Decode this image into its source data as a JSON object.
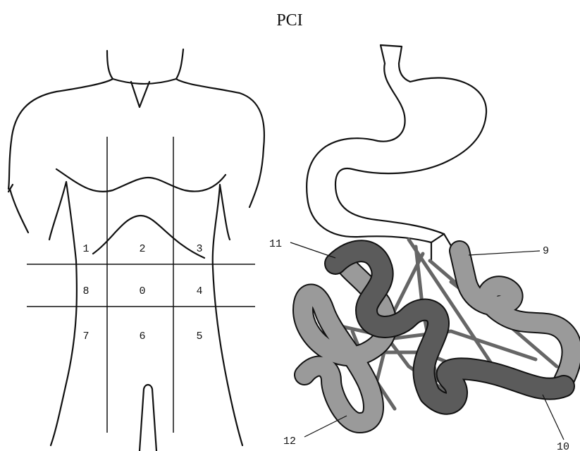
{
  "title": "PCI",
  "abdomen_regions": [
    {
      "label": "1"
    },
    {
      "label": "2"
    },
    {
      "label": "3"
    },
    {
      "label": "8"
    },
    {
      "label": "0"
    },
    {
      "label": "4"
    },
    {
      "label": "7"
    },
    {
      "label": "6"
    },
    {
      "label": "5"
    }
  ],
  "small_bowel_regions": [
    {
      "label": "9"
    },
    {
      "label": "10"
    },
    {
      "label": "11"
    },
    {
      "label": "12"
    }
  ],
  "colors": {
    "line": "#111111",
    "bowel_light": "#9a9a9a",
    "bowel_dark": "#5b5b5b",
    "mesentery": "#666666"
  }
}
